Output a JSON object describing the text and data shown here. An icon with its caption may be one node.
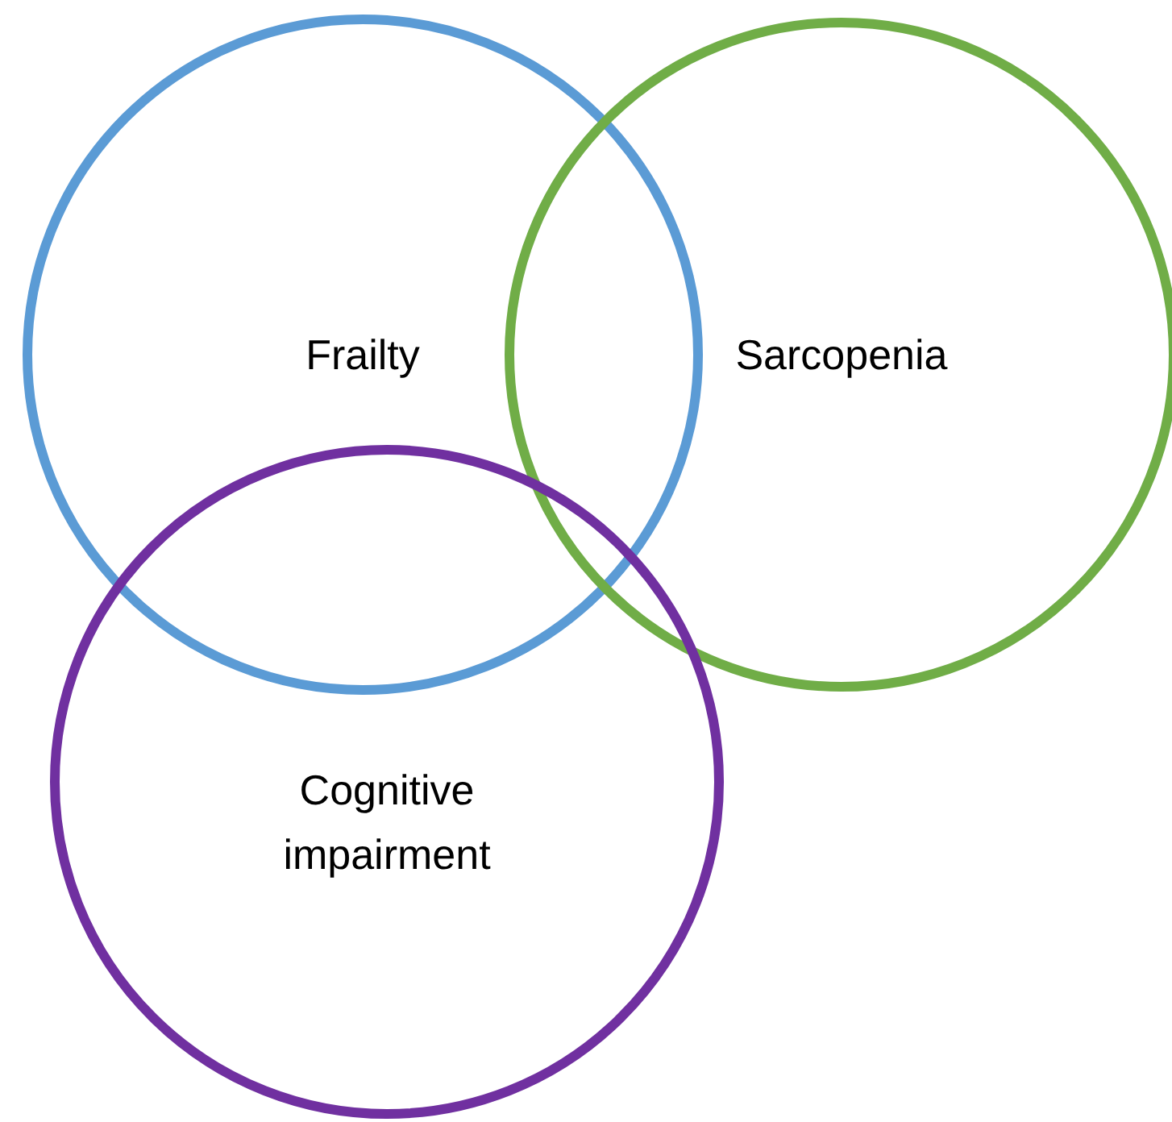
{
  "diagram": {
    "nodes": [
      {
        "text": [
          "Frailty"
        ]
      },
      {
        "text": [
          "Sarcopenia"
        ]
      },
      {
        "text": [
          "Cognitive impairment"
        ]
      }
    ]
  }
}
